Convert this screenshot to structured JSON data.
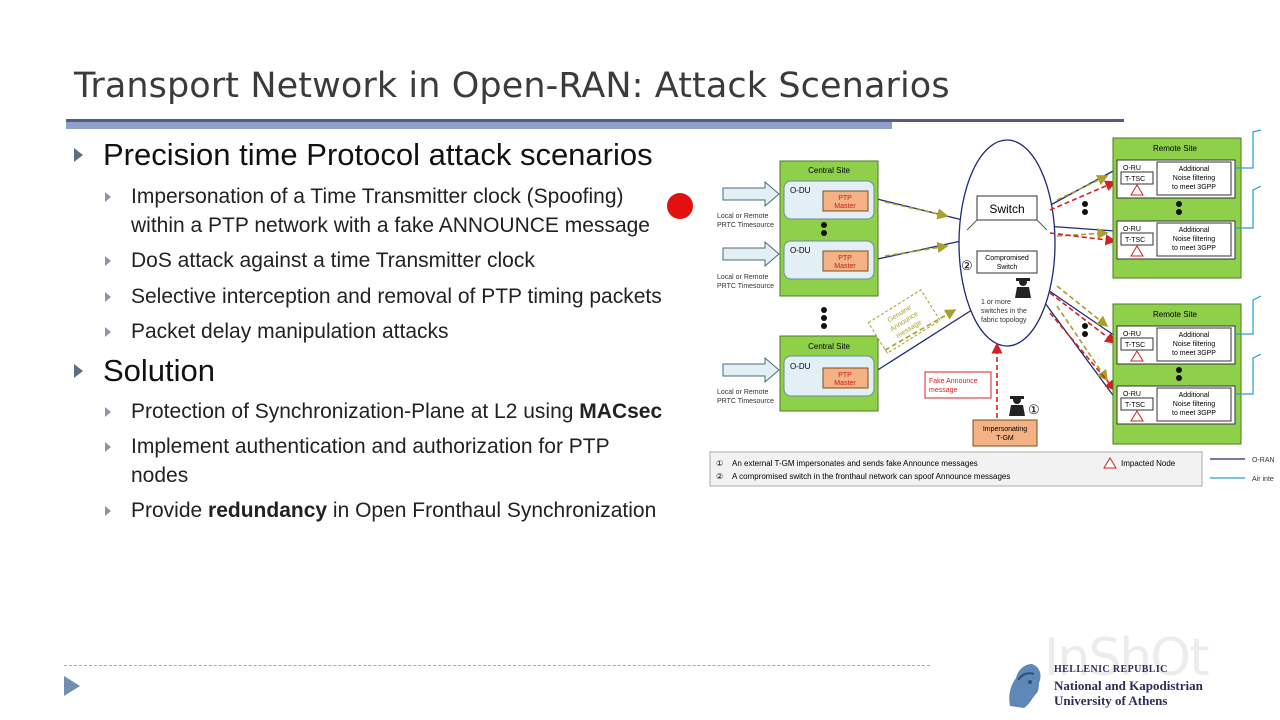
{
  "slide": {
    "title": "Transport Network in Open-RAN: Attack Scenarios"
  },
  "sections": [
    {
      "heading": "Precision time Protocol attack scenarios",
      "items": [
        {
          "line1": "Impersonation of a Time Transmitter clock (Spoofing)",
          "line2": "within a PTP network with a fake ANNOUNCE message"
        },
        {
          "text": "DoS attack against a time Transmitter clock"
        },
        {
          "text": "Selective interception and removal of PTP timing packets"
        },
        {
          "text": "Packet delay manipulation attacks"
        }
      ]
    },
    {
      "heading": "Solution",
      "items": [
        {
          "pre": "Protection of Synchronization-Plane at L2 using ",
          "bold": "MACsec",
          "post": ""
        },
        {
          "line1": "Implement authentication and authorization for PTP",
          "line2": "nodes"
        },
        {
          "pre": "Provide ",
          "bold": "redundancy",
          "post": " in Open Fronthaul Synchronization"
        }
      ]
    }
  ],
  "diagram": {
    "central_site": "Central Site",
    "odu": "O-DU",
    "ptp_master_1": "PTP",
    "ptp_master_2": "Master",
    "timesource_1": "Local or Remote",
    "timesource_2": "PRTC Timesource",
    "switch": "Switch",
    "compromised_switch_1": "Compromised",
    "compromised_switch_2": "Switch",
    "fabric_1": "1 or more",
    "fabric_2": "switches in the",
    "fabric_3": "fabric topology",
    "genuine_1": "Genuine",
    "genuine_2": "Announce",
    "genuine_3": "message",
    "fake_1": "Fake Announce",
    "fake_2": "message",
    "impersonating_1": "Impersonating",
    "impersonating_2": "T-GM",
    "remote_site": "Remote Site",
    "oru": "O-RU",
    "ttsc": "T-TSC",
    "noise_1": "Additional",
    "noise_2": "Noise filtering",
    "noise_3": "to meet 3GPP",
    "marker_1": "①",
    "marker_2": "②",
    "legend_1": "An external T-GM impersonates and sends fake Announce messages",
    "legend_2": "A compromised switch in the fronthaul network can spoof Announce messages",
    "impacted": "Impacted Node",
    "key_oran": "O-RAN",
    "key_air": "Air inte",
    "colors": {
      "site_green": "#8fd04a",
      "ptp_orange": "#f4b183",
      "attack_red": "#d62020",
      "genuine_olive": "#a8a028",
      "link_navy": "#1f2a7a"
    }
  },
  "footer": {
    "uni_line1": "HELLENIC REPUBLIC",
    "uni_line2": "National and Kapodistrian",
    "uni_line3": "University of Athens",
    "watermark": "InShOt"
  }
}
